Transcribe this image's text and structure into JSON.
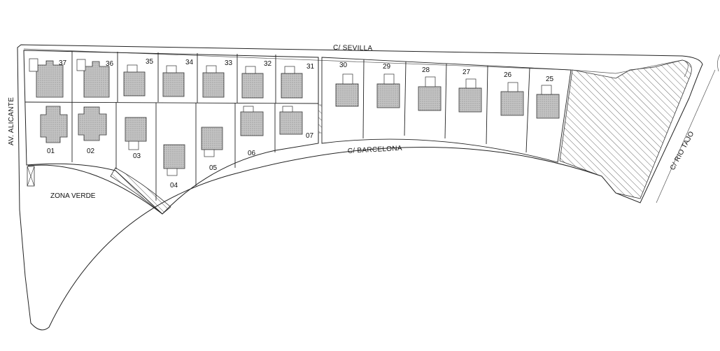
{
  "streets": {
    "north": "C/ SEVILLA",
    "south": "C/ BARCELONA",
    "west": "AV. ALICANTE",
    "east": "C/ RIO TAJO"
  },
  "areas": {
    "green_zone": "ZONA VERDE"
  },
  "plots": {
    "top_row": [
      "37",
      "36",
      "35",
      "34",
      "33",
      "32",
      "31"
    ],
    "bottom_row": [
      "01",
      "02",
      "03",
      "04",
      "05",
      "06",
      "07"
    ],
    "east_row": [
      "30",
      "29",
      "28",
      "27",
      "26",
      "25"
    ]
  },
  "colors": {
    "ink": "#222222",
    "house_fill": "#bdbdbd",
    "background": "#ffffff"
  }
}
